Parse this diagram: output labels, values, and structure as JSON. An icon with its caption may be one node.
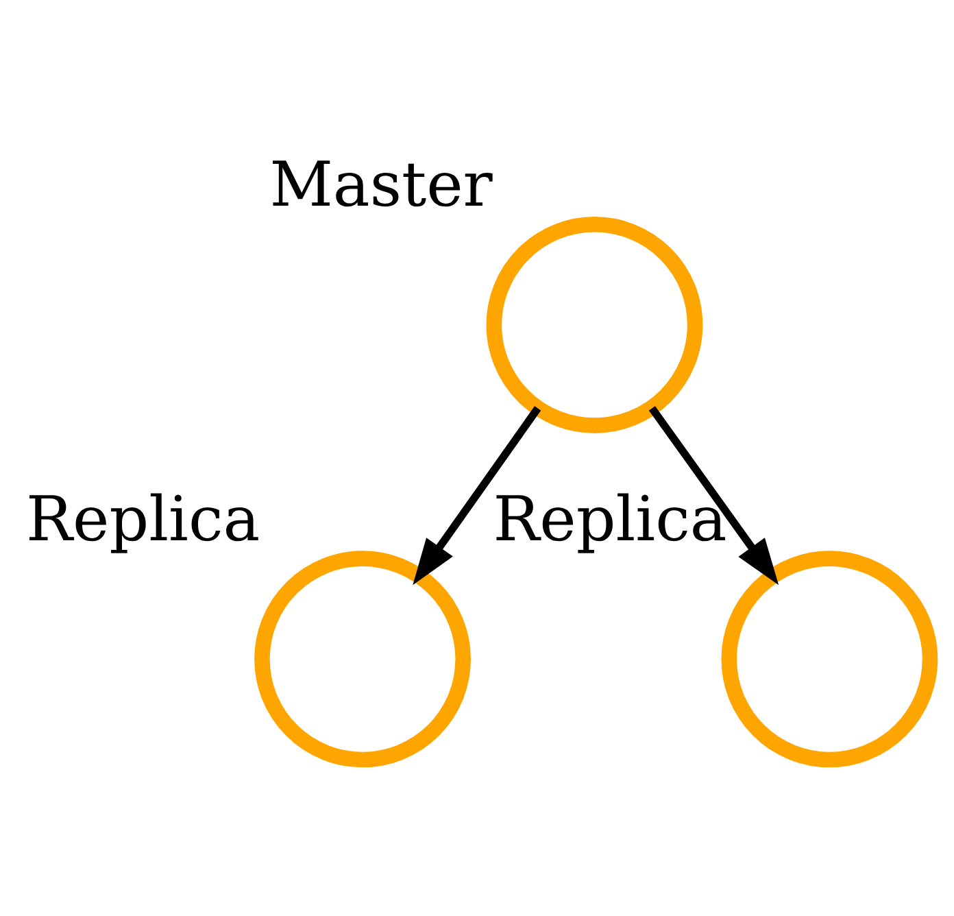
{
  "diagram": {
    "nodes": [
      {
        "text": [
          "Master"
        ]
      },
      {
        "text": [
          "Replica"
        ]
      },
      {
        "text": [
          "Replica"
        ]
      }
    ],
    "edges": [
      {
        "from": 0,
        "to": 1,
        "arrow": "to"
      },
      {
        "from": 0,
        "to": 2,
        "arrow": "to"
      }
    ]
  }
}
